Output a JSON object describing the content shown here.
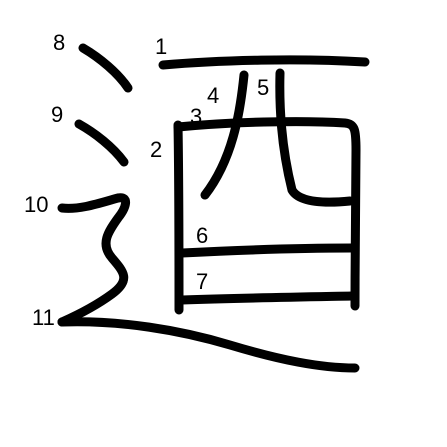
{
  "diagram": {
    "character": "",
    "stroke_color": "#000000",
    "background": "#ffffff",
    "stroke_numbers": [
      "1",
      "2",
      "3",
      "4",
      "5",
      "6",
      "7",
      "8",
      "9",
      "10",
      "11"
    ]
  }
}
